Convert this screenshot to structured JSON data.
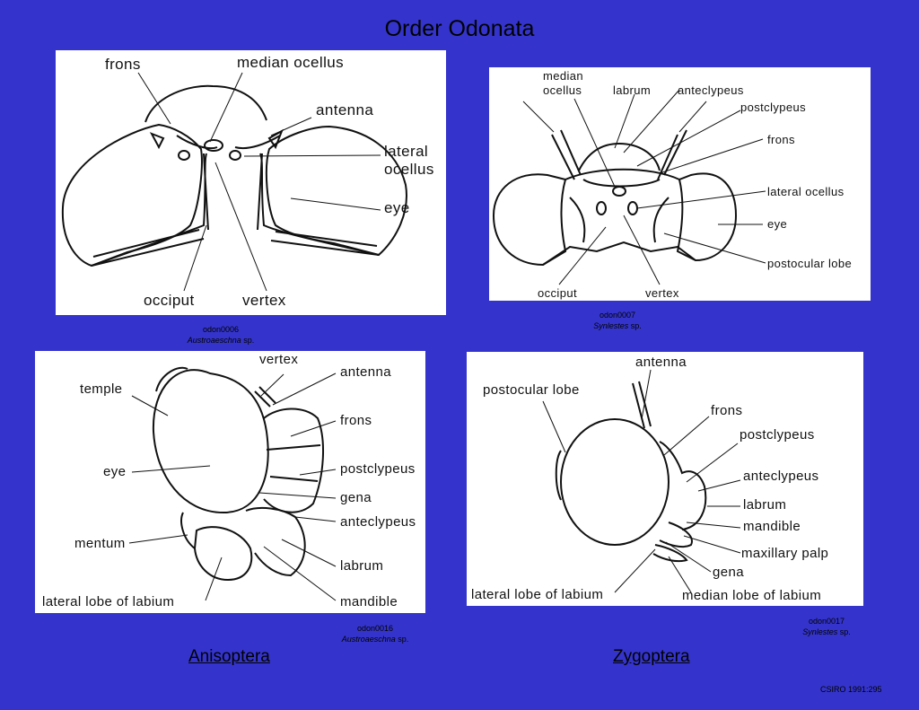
{
  "title": "Order Odonata",
  "panels": {
    "p1": {
      "labels": [
        "frons",
        "median  ocellus",
        "antenna",
        "lateral",
        "ocellus",
        "eye",
        "occiput",
        "vertex"
      ],
      "caption_id": "odon0006",
      "caption_genus": "Austroaeschna",
      "caption_sp": "sp."
    },
    "p2": {
      "labels": [
        "median",
        "ocellus",
        "labrum",
        "anteclypeus",
        "postclypeus",
        "frons",
        "lateral  ocellus",
        "eye",
        "postocular  lobe",
        "occiput",
        "vertex"
      ],
      "caption_id": "odon0007",
      "caption_genus": "Synlestes",
      "caption_sp": "sp."
    },
    "p3": {
      "labels": [
        "vertex",
        "antenna",
        "temple",
        "frons",
        "eye",
        "postclypeus",
        "gena",
        "anteclypeus",
        "mentum",
        "labrum",
        "lateral  lobe  of  labium",
        "mandible"
      ],
      "caption_id": "odon0016",
      "caption_genus": "Austroaeschna",
      "caption_sp": "sp."
    },
    "p4": {
      "labels": [
        "antenna",
        "postocular  lobe",
        "frons",
        "postclypeus",
        "anteclypeus",
        "labrum",
        "mandible",
        "maxillary  palp",
        "gena",
        "lateral  lobe  of  labium",
        "median  lobe  of  labium"
      ],
      "caption_id": "odon0017",
      "caption_genus": "Synlestes",
      "caption_sp": "sp."
    }
  },
  "groups": {
    "left": "Anisoptera",
    "right": "Zygoptera"
  },
  "credit": "CSIRO 1991:295",
  "colors": {
    "background": "#3434cc",
    "panel": "#ffffff",
    "ink": "#111111"
  }
}
